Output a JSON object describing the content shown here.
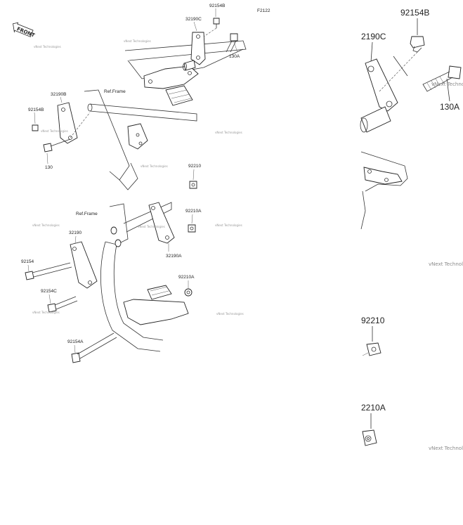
{
  "figure_code": "F2122",
  "front_label": "FRONT",
  "watermark": "vNext Technologies",
  "ref_frame_top": "Ref.Frame",
  "ref_frame_bottom": "Ref.Frame",
  "left_labels": {
    "p92154b_top": "92154B",
    "p32190c": "32190C",
    "p130a": "130A",
    "p32190b": "32190B",
    "p92154b_left": "92154B",
    "p130": "130",
    "p92210": "92210",
    "p92210a": "92210A",
    "p32190": "32190",
    "p32190a": "32190A",
    "p92154": "92154",
    "p92154c": "92154C",
    "p92210a_2": "92210A",
    "p92154a": "92154A"
  },
  "zoom_labels": {
    "z92154b": "92154B",
    "z2190c": "2190C",
    "z130a": "130A",
    "z92210": "92210",
    "z2210a": "2210A"
  }
}
